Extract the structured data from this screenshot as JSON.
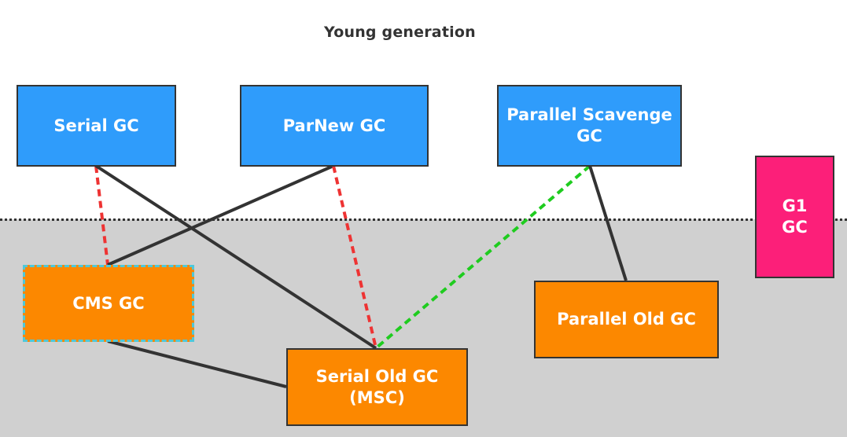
{
  "diagram": {
    "title": "Young generation",
    "nodes": {
      "serial_gc": {
        "label": "Serial GC"
      },
      "parnew_gc": {
        "label": "ParNew GC"
      },
      "parallel_scavenge_gc": {
        "label": "Parallel Scavenge GC"
      },
      "g1_gc": {
        "label": "G1 GC"
      },
      "cms_gc": {
        "label": "CMS GC"
      },
      "serial_old_gc": {
        "label": "Serial Old GC (MSC)"
      },
      "parallel_old_gc": {
        "label": "Parallel Old GC"
      }
    },
    "edges": [
      {
        "from": "Serial GC",
        "to": "CMS GC",
        "style": "dashed",
        "color": "#ee3333"
      },
      {
        "from": "Serial GC",
        "to": "Serial Old GC (MSC)",
        "style": "solid",
        "color": "#333333"
      },
      {
        "from": "ParNew GC",
        "to": "CMS GC",
        "style": "solid",
        "color": "#333333"
      },
      {
        "from": "ParNew GC",
        "to": "Serial Old GC (MSC)",
        "style": "dashed",
        "color": "#ee3333"
      },
      {
        "from": "Parallel Scavenge GC",
        "to": "Serial Old GC (MSC)",
        "style": "dashed",
        "color": "#1fcc1f"
      },
      {
        "from": "Parallel Scavenge GC",
        "to": "Parallel Old GC",
        "style": "solid",
        "color": "#333333"
      },
      {
        "from": "CMS GC",
        "to": "Serial Old GC (MSC)",
        "style": "solid",
        "color": "#333333"
      }
    ],
    "colors": {
      "young_box": "#2f9cfb",
      "old_box": "#fc8800",
      "g1_box": "#fc1f79",
      "old_region_background": "#d0d0d0",
      "cms_dashed_border": "#4fc8d9"
    }
  }
}
